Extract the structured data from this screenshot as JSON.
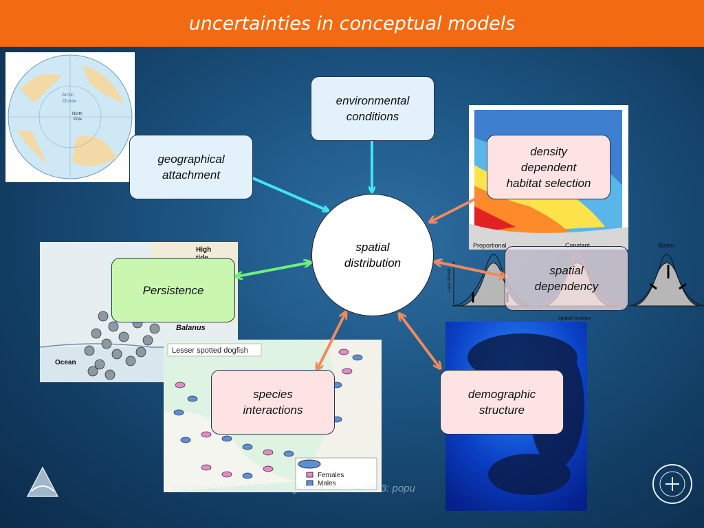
{
  "slide": {
    "title": "uncertainties in conceptual models",
    "footer": "Bar EcoRe kick-off meeting 15/06/2010 – WP3: popu"
  },
  "diagram": {
    "center": {
      "line1": "spatial",
      "line2": "distribution"
    },
    "nodes": {
      "environmental": {
        "line1": "environmental",
        "line2": "conditions"
      },
      "geographical": {
        "line1": "geographical",
        "line2": "attachment"
      },
      "density": {
        "line1": "density",
        "line2": "dependent",
        "line3": "habitat selection"
      },
      "persistence": {
        "line1": "Persistence"
      },
      "spatial_dependency": {
        "line1": "spatial",
        "line2": "dependency"
      },
      "species": {
        "line1": "species",
        "line2": "interactions"
      },
      "demographic": {
        "line1": "demographic",
        "line2": "structure"
      }
    },
    "colors": {
      "cyan_arrow": "#3fe6f0",
      "orange_arrow": "#f08a5d",
      "green_arrow": "#6ff07a"
    }
  },
  "images": {
    "arctic_map": {
      "label1": "Arctic",
      "label2": "Ocean",
      "label3": "North",
      "label4": "Pole"
    },
    "tide_diagram": {
      "high_tide": "High",
      "high_tide2": "tide",
      "balanus": "Balanus",
      "ocean": "Ocean"
    },
    "dogfish_map": {
      "title": "Lesser spotted dogfish",
      "legend_females": "Females",
      "legend_males": "Males"
    },
    "curves": {
      "proportional": "Proportional",
      "constant": "Constant",
      "basin": "Basin",
      "xlabel": "spatial location",
      "ylabel": "Local density"
    }
  }
}
